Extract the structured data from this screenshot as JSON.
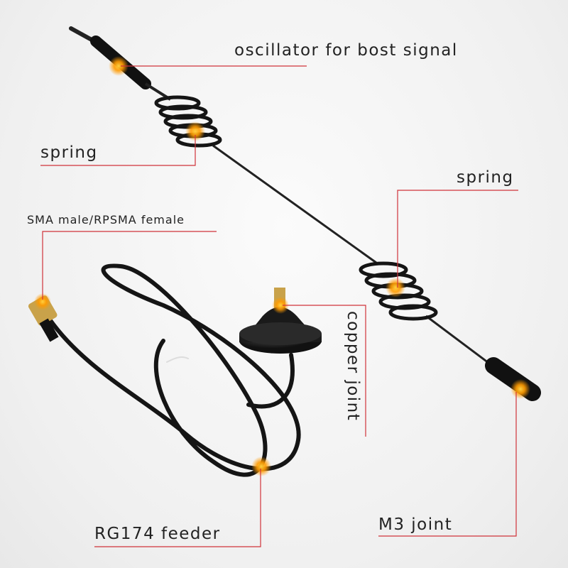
{
  "callouts": {
    "oscillator": "oscillator for bost signal",
    "spring_left": "spring",
    "spring_right": "spring",
    "sma": "SMA male/RPSMA female",
    "copper": "copper joint",
    "m3": "M3 joint",
    "feeder": "RG174 feeder"
  },
  "colors": {
    "leader_line": "#d0333a",
    "highlight": "#ff9a00",
    "antenna": "#1a1a1a",
    "sma_gold": "#c9a24a"
  }
}
